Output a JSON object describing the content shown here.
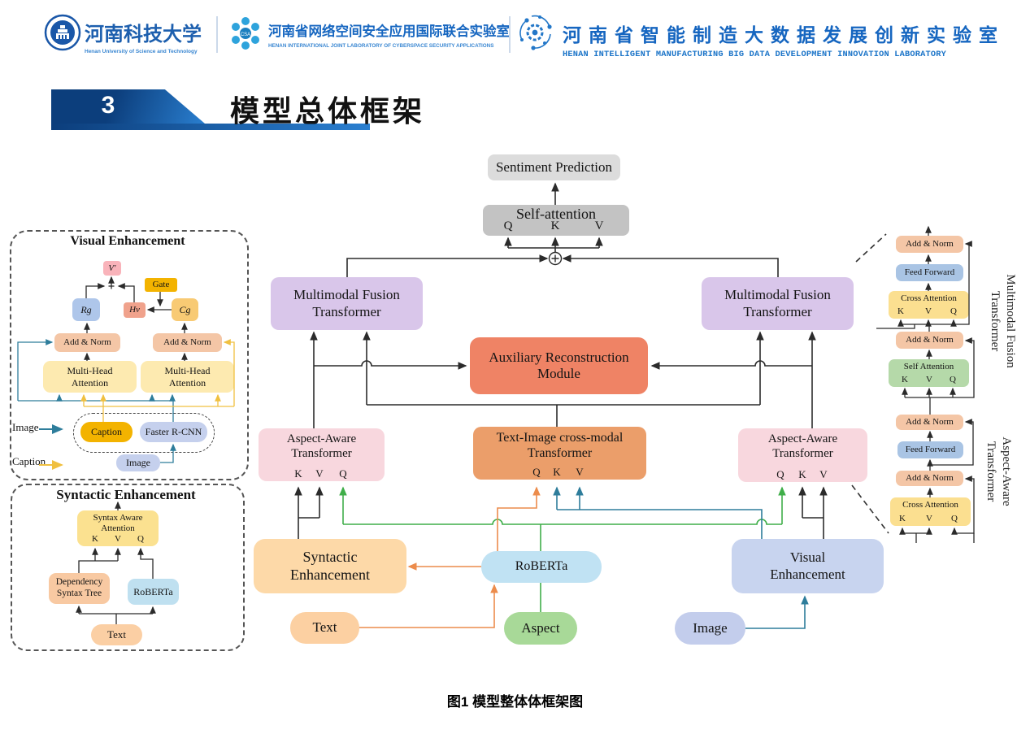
{
  "header": {
    "university": {
      "name_cn": "河南科技大学",
      "name_en": "Henan University of Science and Technology"
    },
    "lab_cyberspace": {
      "name_cn": "河南省网络空间安全应用国际联合实验室",
      "name_en": "HENAN INTERNATIONAL JOINT LABORATORY OF CYBERSPACE SECURITY APPLICATIONS"
    },
    "lab_bigdata": {
      "name_cn": "河南省智能制造大数据发展创新实验室",
      "name_en": "HENAN INTELLIGENT MANUFACTURING BIG DATA DEVELOPMENT INNOVATION LABORATORY"
    }
  },
  "section": {
    "number": "3",
    "title": "模型总体框架"
  },
  "figure_caption": "图1 模型整体体框架图",
  "diagram": {
    "sentiment": "Sentiment Prediction",
    "self_attention": {
      "label": "Self-attention",
      "ports": [
        "Q",
        "K",
        "V"
      ]
    },
    "mft_left": [
      "Multimodal Fusion",
      "Transformer"
    ],
    "mft_right": [
      "Multimodal Fusion",
      "Transformer"
    ],
    "aux": [
      "Auxiliary Reconstruction",
      "Module"
    ],
    "aat_left": {
      "lines": [
        "Aspect-Aware",
        "Transformer"
      ],
      "ports": [
        "K",
        "V",
        "Q"
      ]
    },
    "ticmt": {
      "lines": [
        "Text-Image cross-modal",
        "Transformer"
      ],
      "ports": [
        "Q",
        "K",
        "V"
      ]
    },
    "aat_right": {
      "lines": [
        "Aspect-Aware",
        "Transformer"
      ],
      "ports": [
        "Q",
        "K",
        "V"
      ]
    },
    "syntactic": [
      "Syntactic",
      "Enhancement"
    ],
    "roberta": "RoBERTa",
    "text": "Text",
    "aspect": "Aspect",
    "visual": [
      "Visual",
      "Enhancement"
    ],
    "image": "Image"
  },
  "visual_panel": {
    "title": "Visual Enhancement",
    "v_out": "V′",
    "gate": "Gate",
    "rg": "Rg",
    "hv": "Hv",
    "cg": "Cg",
    "add_norm": "Add & Norm",
    "mha": [
      "Multi-Head",
      "Attention"
    ],
    "legend": {
      "image": "Image",
      "caption": "Caption"
    },
    "caption_pill": "Caption",
    "faster_rcnn": "Faster R-CNN",
    "image_pill": "Image"
  },
  "syntactic_panel": {
    "title": "Syntactic Enhancement",
    "attention": {
      "lines": [
        "Syntax Aware",
        "Attention"
      ],
      "ports": [
        "K",
        "V",
        "Q"
      ]
    },
    "dependency": [
      "Dependency",
      "Syntax Tree"
    ],
    "roberta": "RoBERTa",
    "text": "Text"
  },
  "right_panel": {
    "mft_label": [
      "Multimodal Fusion",
      "Transformer"
    ],
    "aat_label": [
      "Aspect-Aware",
      "Transformer"
    ],
    "add_norm": "Add & Norm",
    "feed_forward": "Feed Forward",
    "cross_attention": {
      "label": "Cross Attention",
      "ports": [
        "K",
        "V",
        "Q"
      ]
    },
    "self_attention": {
      "label": "Self Attention",
      "ports": [
        "K",
        "V",
        "Q"
      ]
    }
  },
  "colors": {
    "header_blue": "#1d5fae",
    "badge_blue_dark": "#0c3e7c",
    "badge_blue_light": "#2a7fd0",
    "arrow_black": "#2b2b2b",
    "arrow_green": "#3fae49",
    "arrow_orange": "#ec8c4c",
    "arrow_teal": "#2e7d9b",
    "arrow_yellow": "#f0c040",
    "box_gray": "#dcdcdc",
    "box_gray_dark": "#c3c3c3",
    "box_purple": "#d9c6ea",
    "box_coral": "#ef8365",
    "box_pink": "#f8d7de",
    "box_orange": "#eb9e6a",
    "box_peach": "#fdd9a8",
    "box_blue": "#c0e2f3",
    "box_green": "#a8d998",
    "box_periwinkle": "#c8d4ef",
    "box_gold": "#f3b300"
  }
}
